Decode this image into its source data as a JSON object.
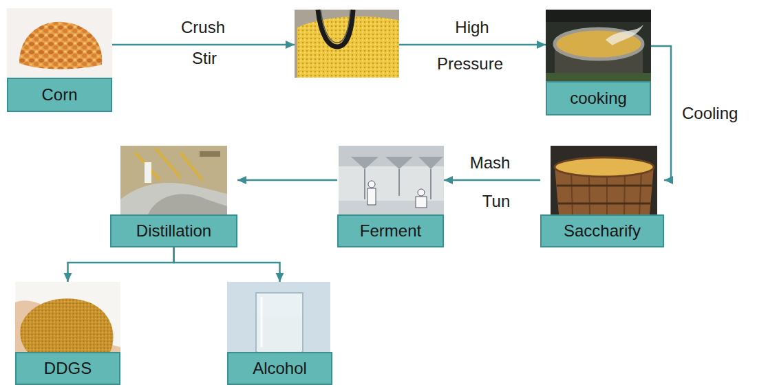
{
  "diagram": {
    "nodes": [
      {
        "text": [
          "Corn"
        ]
      },
      {
        "text": [
          "cooking"
        ]
      },
      {
        "text": [
          "Saccharify"
        ]
      },
      {
        "text": [
          "Ferment"
        ]
      },
      {
        "text": [
          "Distillation"
        ]
      },
      {
        "text": [
          "DDGS"
        ]
      },
      {
        "text": [
          "Alcohol"
        ]
      }
    ],
    "edges": [
      {
        "from": 0,
        "to": 1,
        "arrow": "to"
      },
      {
        "from": 1,
        "to": 2,
        "label": "Cooling",
        "arrow": "to"
      },
      {
        "from": 2,
        "to": 3,
        "arrow": "to"
      },
      {
        "from": 3,
        "to": 4,
        "arrow": "to"
      },
      {
        "from": 4,
        "to": 5,
        "arrow": "to"
      },
      {
        "from": 4,
        "to": 6,
        "arrow": "to"
      }
    ],
    "labels": [
      "Crush",
      "Stir",
      "High",
      "Pressure",
      "Mash",
      "Tun"
    ]
  }
}
